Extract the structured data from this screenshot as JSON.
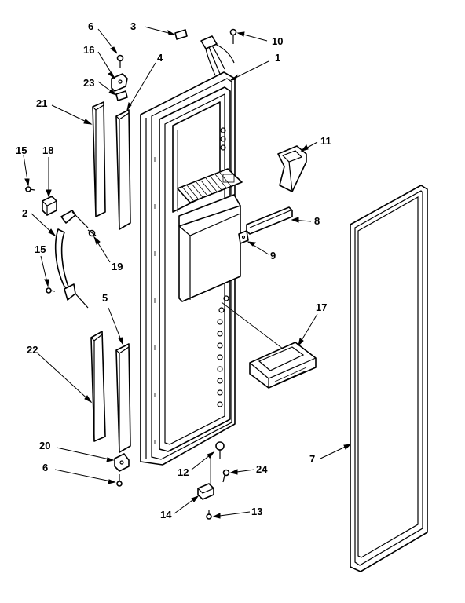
{
  "diagram": {
    "callouts": {
      "c1": "1",
      "c2": "2",
      "c3": "3",
      "c4": "4",
      "c5": "5",
      "c6a": "6",
      "c6b": "6",
      "c7": "7",
      "c8": "8",
      "c9": "9",
      "c10": "10",
      "c11": "11",
      "c12": "12",
      "c13": "13",
      "c14": "14",
      "c15a": "15",
      "c15b": "15",
      "c16": "16",
      "c17": "17",
      "c18": "18",
      "c19": "19",
      "c20": "20",
      "c21": "21",
      "c22": "22",
      "c23": "23",
      "c24": "24"
    }
  }
}
